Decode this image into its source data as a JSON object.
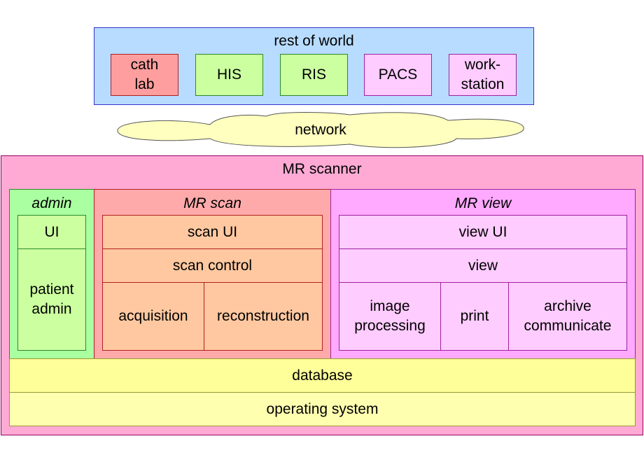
{
  "rest_of_world": {
    "title": "rest of world",
    "systems": [
      {
        "label": "cath\nlab",
        "color": "#ff9e9e"
      },
      {
        "label": "HIS",
        "color": "#ccffa0"
      },
      {
        "label": "RIS",
        "color": "#ccffa0"
      },
      {
        "label": "PACS",
        "color": "#ffccff"
      },
      {
        "label": "work-\nstation",
        "color": "#ffccff"
      }
    ],
    "color": "#b8dcff"
  },
  "network": {
    "label": "network",
    "color": "#ffffc0"
  },
  "mr_scanner": {
    "title": "MR scanner",
    "color": "#ffaad4",
    "admin": {
      "title": "admin",
      "ui": "UI",
      "patient_admin": "patient\nadmin",
      "color": "#aaffa0",
      "inner_color": "#ccffa0"
    },
    "mr_scan": {
      "title": "MR scan",
      "scan_ui": "scan UI",
      "scan_control": "scan control",
      "acquisition": "acquisition",
      "reconstruction": "reconstruction",
      "color": "#ffaaaa",
      "inner_color": "#ffc8a0"
    },
    "mr_view": {
      "title": "MR view",
      "view_ui": "view UI",
      "view": "view",
      "image_processing": "image\nprocessing",
      "print": "print",
      "archive": "archive\ncommunicate",
      "color": "#ffaaff",
      "inner_color": "#ffccff"
    },
    "database": "database",
    "operating_system": "operating system",
    "db_color": "#ffff99",
    "os_color": "#ffffb0"
  }
}
